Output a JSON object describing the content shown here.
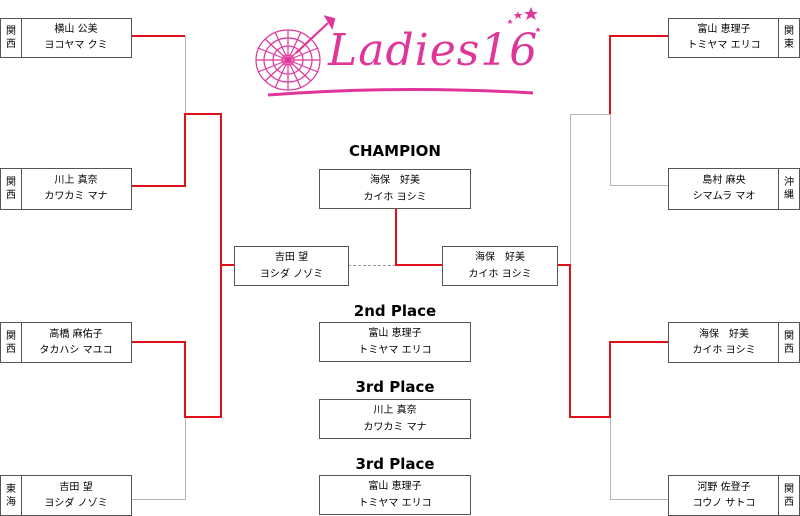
{
  "logo": {
    "text": "Ladies16"
  },
  "left_entries": [
    {
      "region": [
        "関",
        "西"
      ],
      "name": "横山 公美",
      "kana": "ヨコヤマ クミ"
    },
    {
      "region": [
        "関",
        "西"
      ],
      "name": "川上 真奈",
      "kana": "カワカミ マナ"
    },
    {
      "region": [
        "関",
        "西"
      ],
      "name": "高橋 麻佑子",
      "kana": "タカハシ マユコ"
    },
    {
      "region": [
        "東",
        "海"
      ],
      "name": "吉田 望",
      "kana": "ヨシダ ノゾミ"
    }
  ],
  "right_entries": [
    {
      "region": [
        "関",
        "東"
      ],
      "name": "富山 恵理子",
      "kana": "トミヤマ エリコ"
    },
    {
      "region": [
        "沖",
        "縄"
      ],
      "name": "島村 麻央",
      "kana": "シマムラ マオ"
    },
    {
      "region": [
        "関",
        "西"
      ],
      "name": "海保　好美",
      "kana": "カイホ ヨシミ"
    },
    {
      "region": [
        "関",
        "西"
      ],
      "name": "河野 佐登子",
      "kana": "コウノ サトコ"
    }
  ],
  "final_left": {
    "name": "吉田 望",
    "kana": "ヨシダ ノゾミ"
  },
  "final_right": {
    "name": "海保　好美",
    "kana": "カイホ ヨシミ"
  },
  "champion": {
    "heading": "CHAMPION",
    "name": "海保　好美",
    "kana": "カイホ ヨシミ"
  },
  "second": {
    "heading": "2nd Place",
    "name": "富山 恵理子",
    "kana": "トミヤマ エリコ"
  },
  "third_a": {
    "heading": "3rd Place",
    "name": "川上 真奈",
    "kana": "カワカミ マナ"
  },
  "third_b": {
    "heading": "3rd Place",
    "name": "富山 恵理子",
    "kana": "トミヤマ エリコ"
  },
  "colors": {
    "win_line": "#e0101a",
    "loss_line": "#b5b5b5",
    "logo": "#e0369a"
  }
}
